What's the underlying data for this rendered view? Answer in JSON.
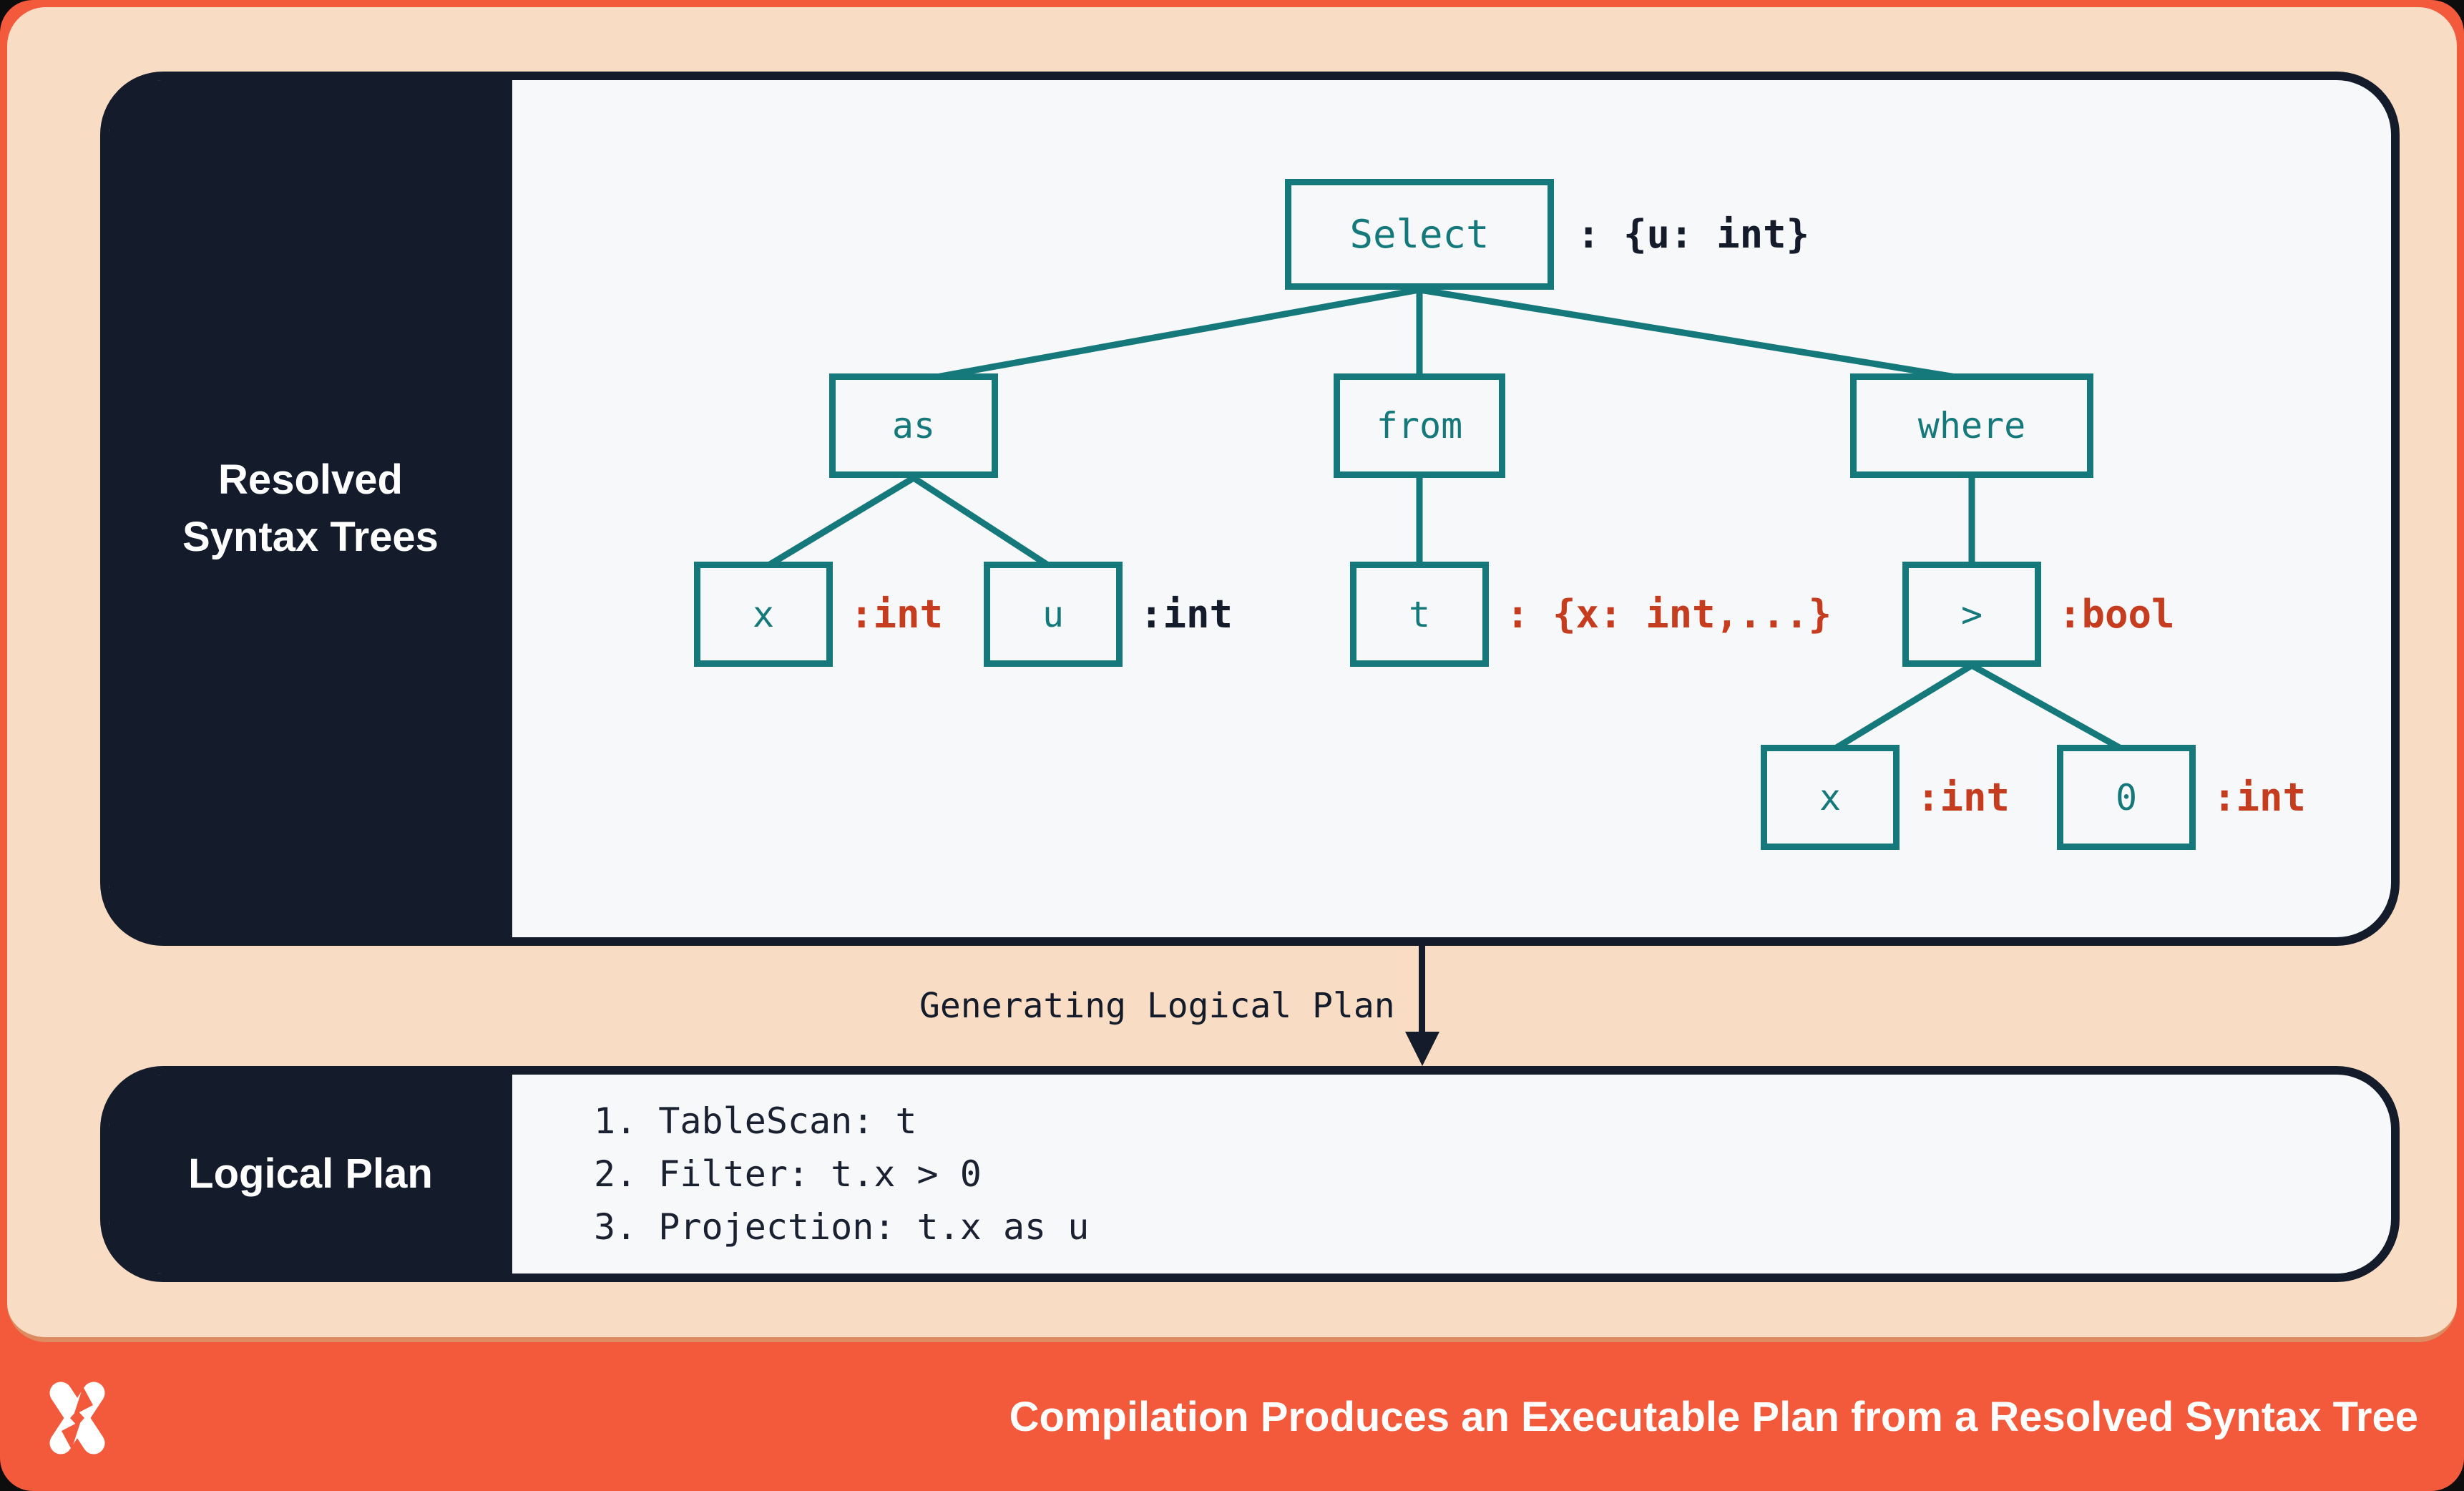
{
  "resolved_panel": {
    "title_line1": "Resolved",
    "title_line2": "Syntax Trees",
    "nodes": {
      "select": {
        "label": "Select",
        "type": ": {u: int}"
      },
      "as_node": {
        "label": "as"
      },
      "from_node": {
        "label": "from"
      },
      "where_node": {
        "label": "where"
      },
      "x_alias": {
        "label": "x",
        "type": ":int"
      },
      "u_alias": {
        "label": "u",
        "type": ":int"
      },
      "t_table": {
        "label": "t",
        "type": ": {x: int,...}"
      },
      "gt_op": {
        "label": ">",
        "type": ":bool"
      },
      "x_operand": {
        "label": "x",
        "type": ":int"
      },
      "zero_operand": {
        "label": "0",
        "type": ":int"
      }
    }
  },
  "transition": {
    "label": "Generating Logical Plan"
  },
  "logical_panel": {
    "title": "Logical Plan",
    "steps": [
      "1. TableScan: t",
      "2. Filter: t.x > 0",
      "3. Projection: t.x as u"
    ]
  },
  "footer": {
    "logo_icon": "x-pinwheel-logo",
    "title": "Compilation Produces an Executable Plan from a Resolved Syntax Tree"
  },
  "colors": {
    "coral": "#f3593b",
    "peach": "#f8dcc3",
    "navy": "#141b2a",
    "teal": "#15797b",
    "rust": "#c63c1e",
    "panel_white": "#f7f8f9"
  }
}
